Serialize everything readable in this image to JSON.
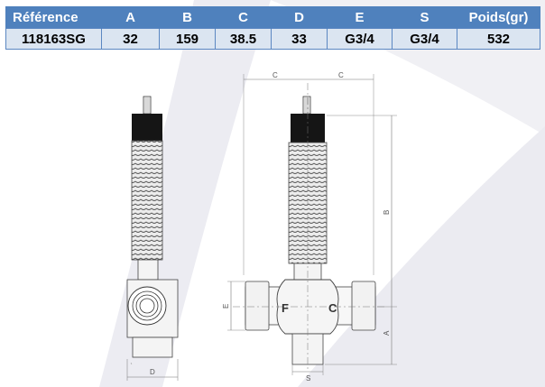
{
  "table": {
    "headers": [
      "Référence",
      "A",
      "B",
      "C",
      "D",
      "E",
      "S",
      "Poids(gr)"
    ],
    "row": [
      "118163SG",
      "32",
      "159",
      "38.5",
      "33",
      "G3/4",
      "G3/4",
      "532"
    ]
  },
  "drawing": {
    "dimension_labels": {
      "c_left": "C",
      "c_right": "C",
      "b": "B",
      "a": "A",
      "e": "E",
      "d": "D",
      "s": "S"
    },
    "body_marks": {
      "f": "F",
      "c": "C"
    }
  },
  "colors": {
    "header_bg": "#4f81bd",
    "row_bg": "#dbe5f1",
    "swoosh": "#e6e6ee"
  }
}
